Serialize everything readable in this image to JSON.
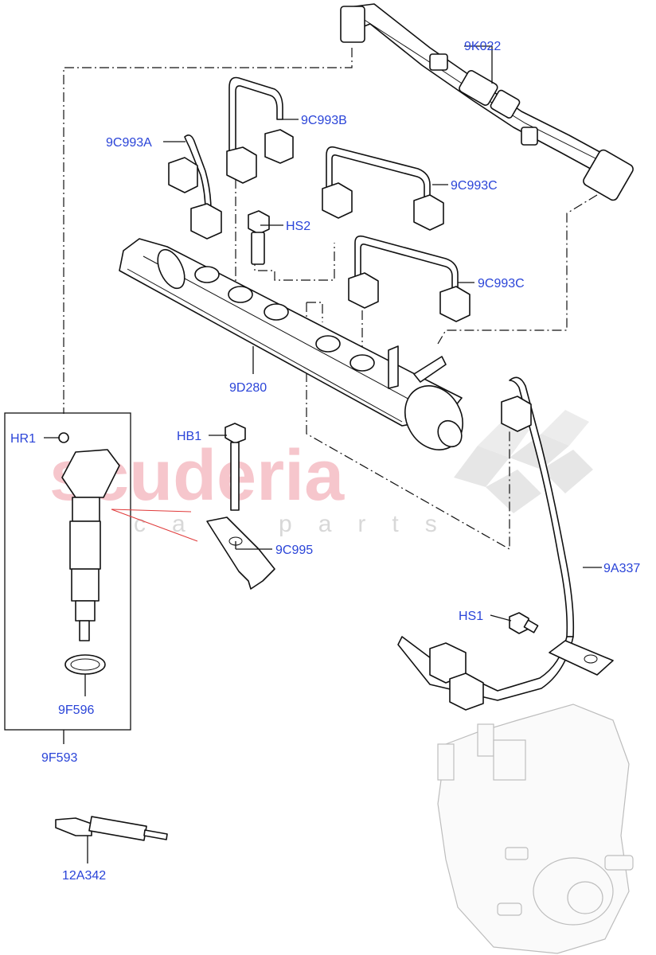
{
  "watermark": {
    "line1": "scuderia",
    "line2": "car parts"
  },
  "labels": {
    "k022": "9K022",
    "c993b": "9C993B",
    "c993a": "9C993A",
    "c993c_upper": "9C993C",
    "hs2": "HS2",
    "c993c_lower": "9C993C",
    "d280": "9D280",
    "hr1": "HR1",
    "hb1": "HB1",
    "c995": "9C995",
    "a337": "9A337",
    "hs1": "HS1",
    "f596": "9F596",
    "f593": "9F593",
    "a342": "12A342"
  }
}
